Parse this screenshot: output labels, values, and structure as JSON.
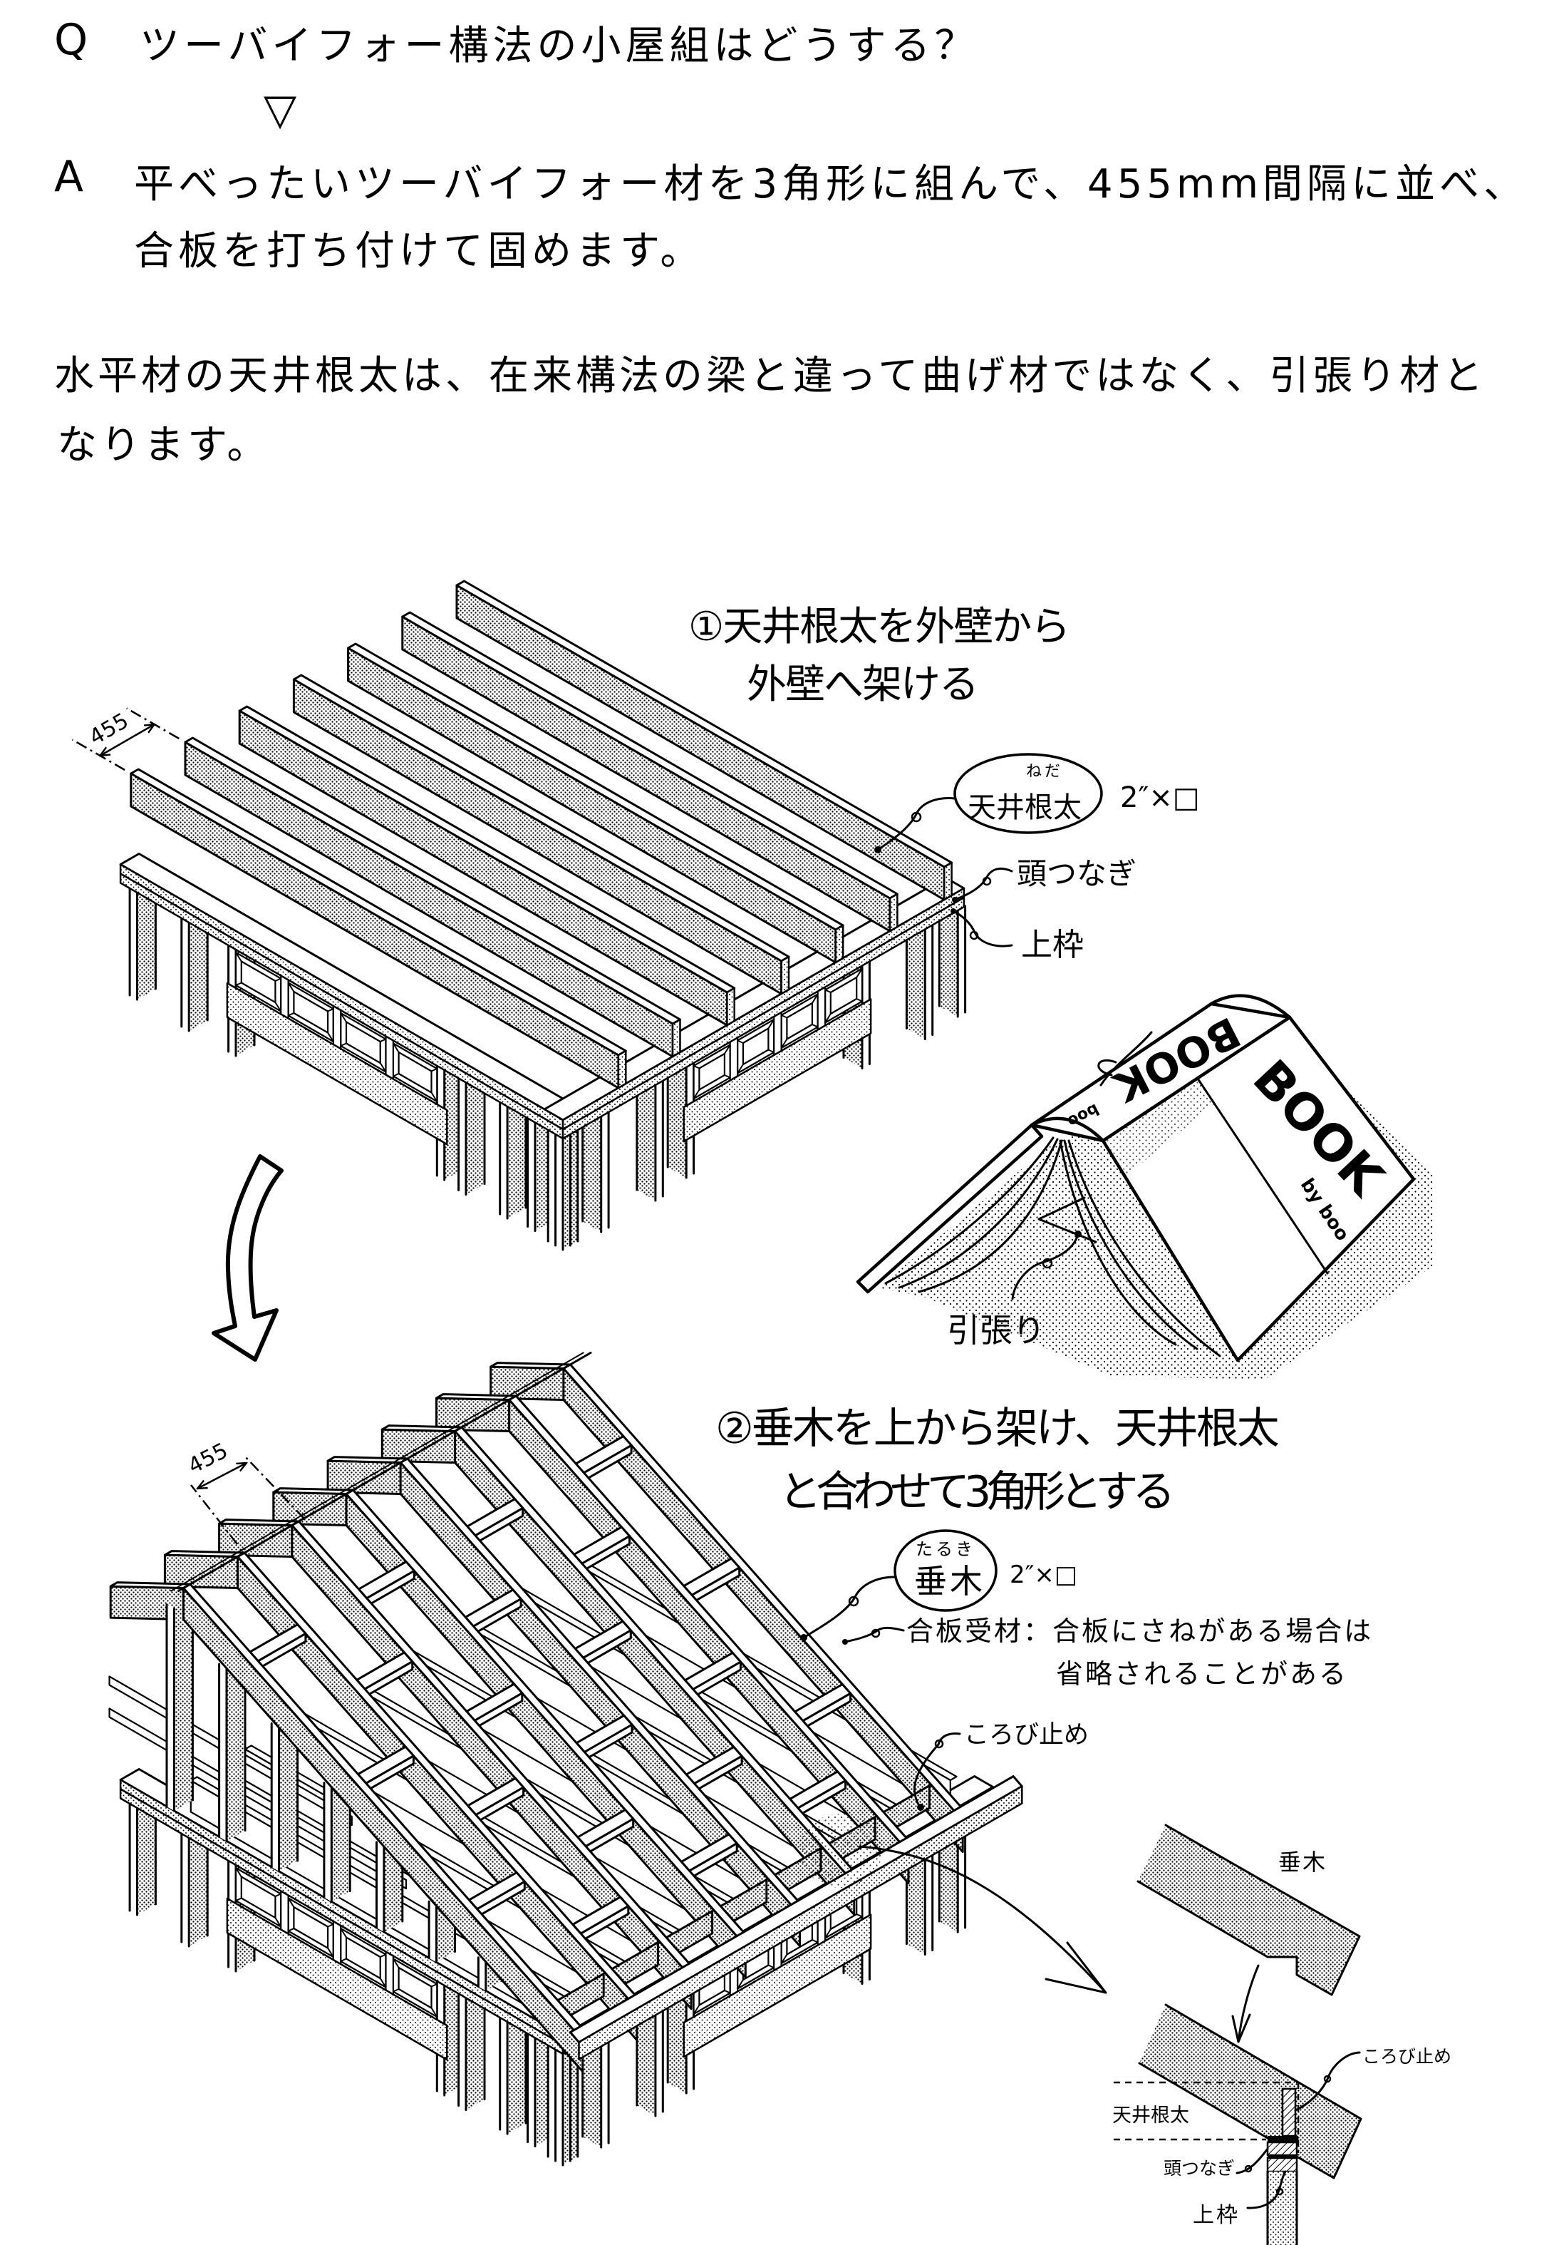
{
  "question": {
    "marker": "Q",
    "text": "ツーバイフォー構法の小屋組はどうする？"
  },
  "transition_symbol": "▽",
  "answer": {
    "marker": "A",
    "lines": [
      "平べったいツーバイフォー材を3角形に組んで、455mm間隔に並べ、",
      "合板を打ち付けて固めます。"
    ]
  },
  "note": {
    "lines": [
      "水平材の天井根太は、在来構法の梁と違って曲げ材ではなく、引張り材と",
      "なります。"
    ]
  },
  "step1": {
    "number": "①",
    "caption": [
      "天井根太を外壁から",
      "外壁へ架ける"
    ],
    "dimension": "455",
    "ceiling_joist": {
      "reading": "ねだ",
      "name": "天井根太",
      "size": "2″×□"
    },
    "double_top_plate": "頭つなぎ",
    "top_plate": "上枠"
  },
  "book": {
    "spine_title": "BOOK",
    "spine_author": "boo",
    "cover_title": "BOOK",
    "cover_author": "by boo",
    "label": "引張り"
  },
  "step2": {
    "number": "②",
    "caption": [
      "垂木を上から架け、天井根太",
      "と合わせて3角形とする"
    ],
    "dimension": "455",
    "rafter": {
      "reading": "たるき",
      "name": "垂木",
      "size": "2″×□"
    },
    "plywood_blocking": [
      "合板受材：合板にさねがある場合は",
      "省略されることがある"
    ],
    "blocking": "ころび止め"
  },
  "detail": {
    "rafter": "垂木",
    "blocking": "ころび止め",
    "ceiling_joist": "天井根太",
    "double_top_plate": "頭つなぎ",
    "top_plate": "上枠"
  }
}
